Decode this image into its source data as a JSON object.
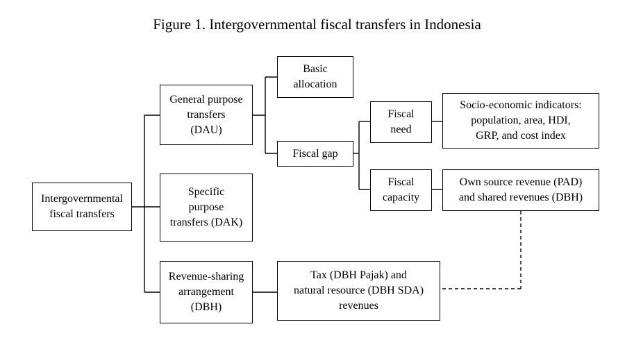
{
  "figure": {
    "title": "Figure 1. Intergovernmental fiscal transfers in Indonesia"
  },
  "nodes": {
    "root": [
      "Intergovernmental",
      "fiscal transfers"
    ],
    "dau": [
      "General purpose",
      "transfers",
      "(DAU)"
    ],
    "dak": [
      "Specific",
      "purpose",
      "transfers (DAK)"
    ],
    "dbh": [
      "Revenue-sharing",
      "arrangement",
      "(DBH)"
    ],
    "basic": [
      "Basic",
      "allocation"
    ],
    "gap": [
      "Fiscal gap"
    ],
    "need": [
      "Fiscal",
      "need"
    ],
    "capacity": [
      "Fiscal",
      "capacity"
    ],
    "socio": [
      "Socio-economic indicators:",
      "population, area, HDI,",
      "GRP, and cost index"
    ],
    "own": [
      "Own source revenue (PAD)",
      "and shared revenues (DBH)"
    ],
    "tax": [
      "Tax (DBH Pajak) and",
      "natural resource (DBH SDA)",
      "revenues"
    ]
  },
  "colors": {
    "line": "#000000",
    "box_border": "#000000",
    "background": "#ffffff"
  }
}
